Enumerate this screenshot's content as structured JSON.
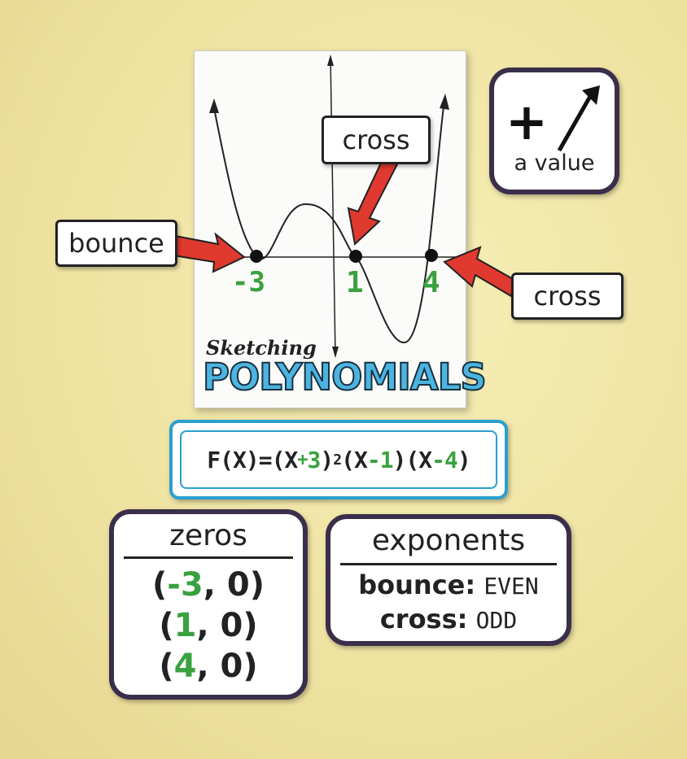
{
  "poster": {
    "tick_neg3": "-3",
    "tick_1": "1",
    "tick_4": "4",
    "subtitle": "Sketching",
    "title": "POLYNOMIALS"
  },
  "labels": {
    "bounce": "bounce",
    "cross_top": "cross",
    "cross_right": "cross"
  },
  "leading": {
    "sign": "+",
    "text": "a value"
  },
  "formula": {
    "prefix": "F(X)=(X",
    "op1": "+",
    "n1": "3",
    "mid1": ")",
    "exp": "2",
    "mid2": "(X",
    "op2": "-",
    "n2": "1",
    "mid3": ")(X",
    "op3": "-",
    "n3": "4",
    "suffix": ")"
  },
  "zeros": {
    "title": "zeros",
    "rows": [
      {
        "open": "(",
        "x": "-3",
        "rest": ", 0)"
      },
      {
        "open": "(",
        "x": "1",
        "rest": ", 0)"
      },
      {
        "open": "(",
        "x": "4",
        "rest": ", 0)"
      }
    ]
  },
  "exponents": {
    "title": "exponents",
    "row1_key": "bounce:",
    "row1_val": "EVEN",
    "row2_key": "cross:",
    "row2_val": "ODD"
  },
  "colors": {
    "wall": "#f1e6a6",
    "green": "#3aa13f",
    "blue": "#2a9fcf",
    "arrow_red": "#e0392f",
    "card_border": "#3a2f4a"
  }
}
